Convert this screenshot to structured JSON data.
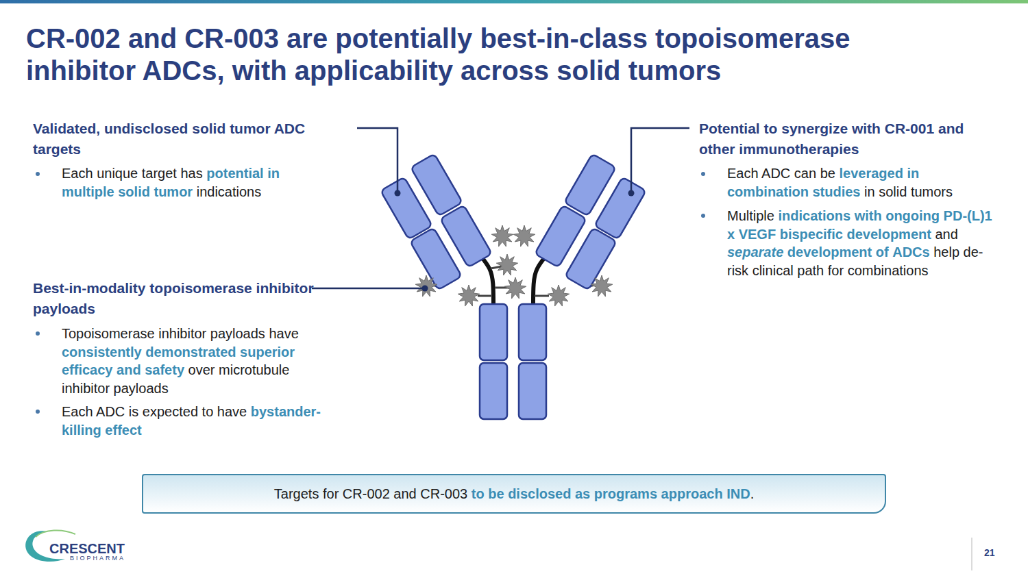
{
  "diagram": {
    "title": "CR-002 and CR-003 are potentially best-in-class topoisomerase inhibitor ADCs, with applicability across solid tumors",
    "nodes": [
      {
        "text": [
          "Targets for CR-002 and CR-003 to be disclosed as programs approach IND."
        ]
      }
    ],
    "labels": [
      "Validated, undisclosed solid tumor ADC targets",
      "Each unique target has potential in multiple solid tumor indications",
      "Best-in-modality topoisomerase inhibitor payloads",
      "Topoisomerase inhibitor payloads have consistently demonstrated superior efficacy and safety over microtubule inhibitor payloads",
      "Each ADC is expected to have bystander-killing effect",
      "Potential to synergize with CR-001 and other immunotherapies",
      "Each ADC can be leveraged in combination studies in solid tumors",
      "Multiple indications with ongoing PD-(L)1 x VEGF bispecific development and separate development of ADCs help de-risk clinical path for combinations",
      "21",
      "CRESCENT",
      "BIOPHARMA"
    ]
  }
}
